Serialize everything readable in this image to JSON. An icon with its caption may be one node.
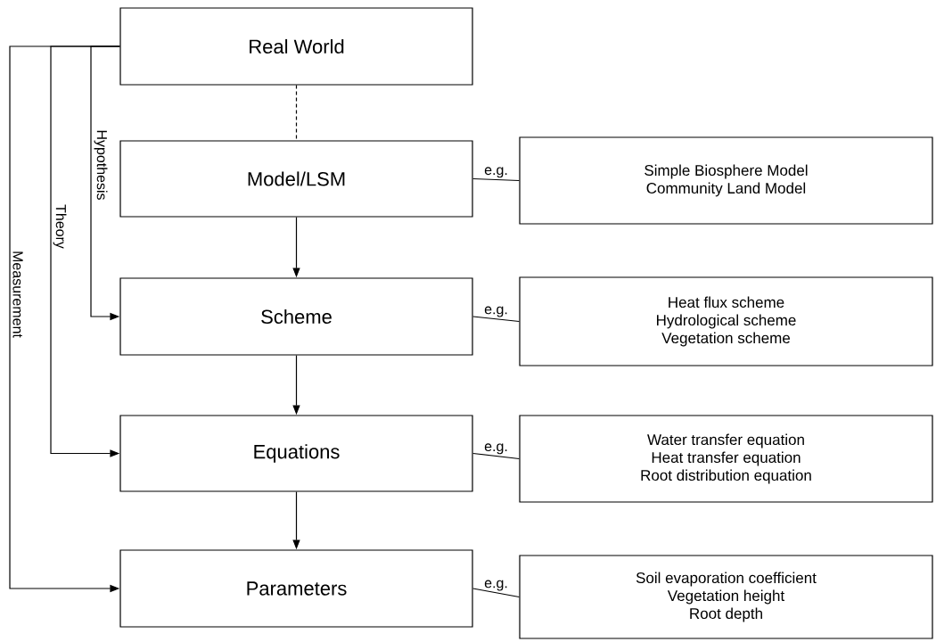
{
  "diagram": {
    "nodes": [
      {
        "text": [
          "Real World"
        ]
      },
      {
        "text": [
          "Model/LSM"
        ]
      },
      {
        "text": [
          "Scheme"
        ]
      },
      {
        "text": [
          "Equations"
        ]
      },
      {
        "text": [
          "Parameters"
        ]
      },
      {
        "text": [
          "Simple Biosphere Model",
          "Community Land Model"
        ]
      },
      {
        "text": [
          "Heat flux scheme",
          "Hydrological scheme",
          "Vegetation scheme"
        ]
      },
      {
        "text": [
          "Water transfer equation",
          "Heat transfer equation",
          "Root distribution equation"
        ]
      },
      {
        "text": [
          "Soil evaporation coefficient",
          "Vegetation height",
          "Root depth"
        ]
      }
    ],
    "edges": [
      {
        "from": 0,
        "to": 1,
        "arrow": "none",
        "style": "dashed"
      },
      {
        "from": 1,
        "to": 2,
        "arrow": "to"
      },
      {
        "from": 2,
        "to": 3,
        "arrow": "to"
      },
      {
        "from": 3,
        "to": 4,
        "arrow": "to"
      },
      {
        "from": 0,
        "to": 2,
        "arrow": "to",
        "label": "Hypothesis"
      },
      {
        "from": 0,
        "to": 3,
        "arrow": "to",
        "label": "Theory"
      },
      {
        "from": 0,
        "to": 4,
        "arrow": "to",
        "label": "Measurement"
      },
      {
        "from": 1,
        "to": 5,
        "arrow": "none",
        "label": "e.g."
      },
      {
        "from": 2,
        "to": 6,
        "arrow": "none",
        "label": "e.g."
      },
      {
        "from": 3,
        "to": 7,
        "arrow": "none",
        "label": "e.g."
      },
      {
        "from": 4,
        "to": 8,
        "arrow": "none",
        "label": "e.g."
      }
    ]
  }
}
